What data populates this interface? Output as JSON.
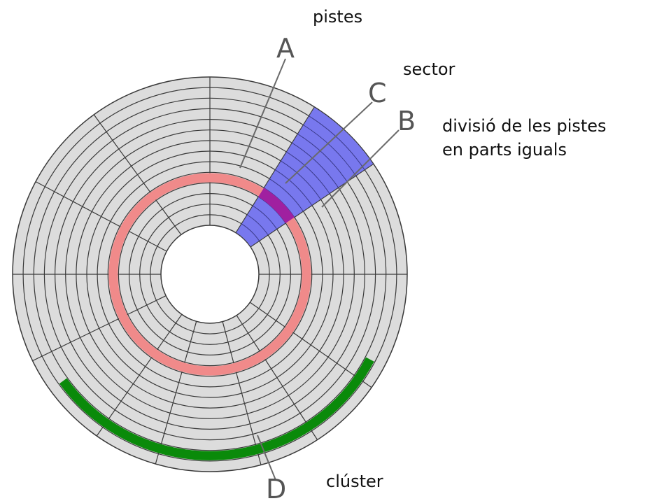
{
  "labels": {
    "A": "A",
    "B": "B",
    "C": "C",
    "D": "D"
  },
  "captions": {
    "pistes": "pistes",
    "sector": "sector",
    "division_line1": "divisió de les pistes",
    "division_line2": "en parts iguals",
    "cluster": "clúster"
  },
  "colors": {
    "disk": "#dcdcdc",
    "track_line": "#3a3a3a",
    "highlighted_track": "#f08a8a",
    "sector": "#7878ee",
    "track_in_sector": "#a020a0",
    "cluster": "#0a8a0a",
    "pointer": "#6a6a6a"
  }
}
